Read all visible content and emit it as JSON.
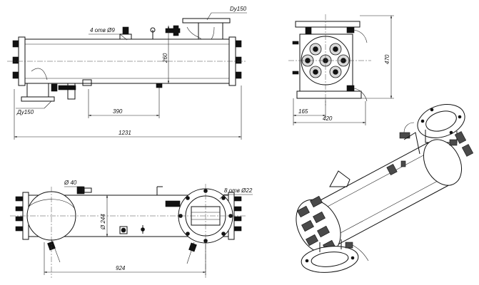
{
  "drawing": {
    "front_view": {
      "d_outlet": "Dy150",
      "holes_top": "4 отв Ø9",
      "height_mid": "260",
      "d_inlet": "Ду150",
      "dist_supports": "390",
      "length_total": "1231"
    },
    "side_view": {
      "height_total": "470",
      "offset": "165",
      "width_base": "420"
    },
    "top_view": {
      "d_small": "Ø 40",
      "d_body": "Ø 244",
      "holes_flange": "8 отв Ø22",
      "length_flange": "924"
    }
  }
}
